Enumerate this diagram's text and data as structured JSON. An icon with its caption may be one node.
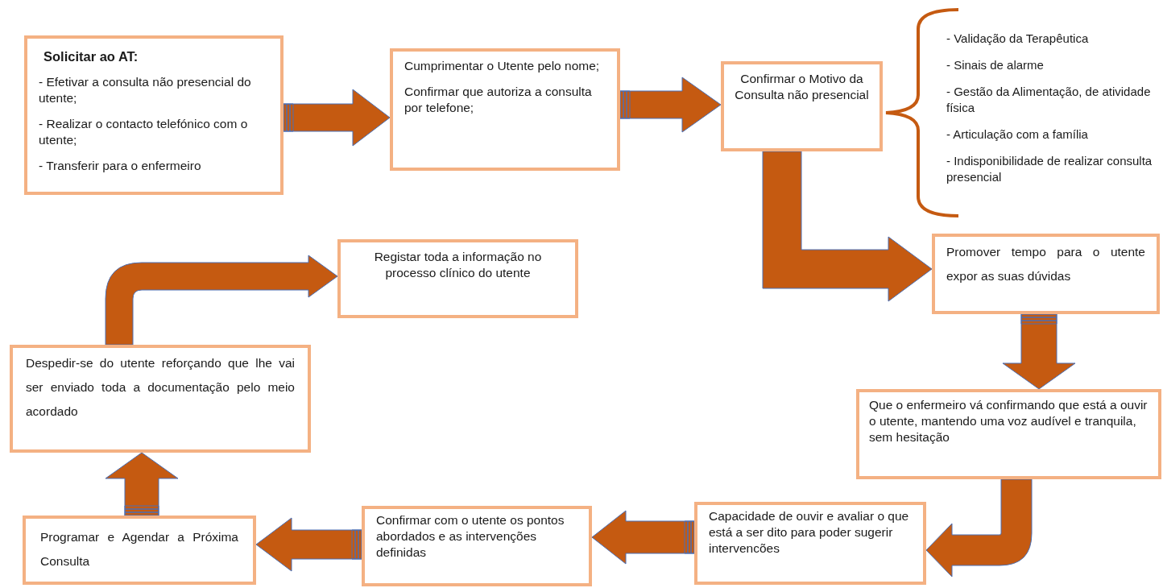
{
  "diagram": {
    "nodes": [
      {
        "text": [
          "Solicitar ao AT:",
          "- Efetivar a consulta não presencial do utente;",
          "- Realizar o contacto telefónico com o utente;",
          "- Transferir para o enfermeiro"
        ]
      },
      {
        "text": [
          "Cumprimentar o Utente pelo nome;",
          "Confirmar que autoriza a consulta por telefone;"
        ]
      },
      {
        "text": [
          "Confirmar o Motivo da Consulta não presencial"
        ]
      },
      {
        "text": [
          "Promover tempo para o utente expor as suas dúvidas"
        ]
      },
      {
        "text": [
          "Que o enfermeiro vá confirmando que está a ouvir o utente, mantendo uma voz audível e tranquila, sem hesitação"
        ]
      },
      {
        "text": [
          "Capacidade de ouvir e avaliar o que está a ser dito para poder sugerir intervencões"
        ]
      },
      {
        "text": [
          "Confirmar com o utente os pontos abordados e as intervenções definidas"
        ]
      },
      {
        "text": [
          "Programar e Agendar a Próxima Consulta"
        ]
      },
      {
        "text": [
          "Despedir-se do utente reforçando que lhe vai ser enviado toda a documentação pelo meio acordado"
        ]
      },
      {
        "text": [
          "Registar toda a informação no processo clínico do utente"
        ]
      }
    ],
    "edges": [
      {
        "from": 0,
        "to": 1,
        "arrow": "to"
      },
      {
        "from": 1,
        "to": 2,
        "arrow": "to"
      },
      {
        "from": 2,
        "to": 3,
        "arrow": "to"
      },
      {
        "from": 3,
        "to": 4,
        "arrow": "to"
      },
      {
        "from": 4,
        "to": 5,
        "arrow": "to"
      },
      {
        "from": 5,
        "to": 6,
        "arrow": "to"
      },
      {
        "from": 6,
        "to": 7,
        "arrow": "to"
      },
      {
        "from": 7,
        "to": 8,
        "arrow": "to"
      },
      {
        "from": 8,
        "to": 9,
        "arrow": "to"
      }
    ],
    "labels": [
      "- Validação da Terapêutica",
      "- Sinais de alarme",
      "- Gestão da Alimentação, de atividade física",
      "- Articulação com a família",
      "- Indisponibilidade de realizar consulta presencial"
    ]
  }
}
